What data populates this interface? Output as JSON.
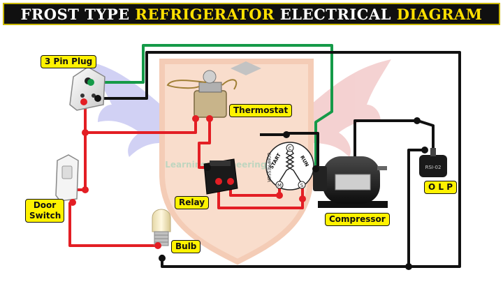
{
  "title": {
    "parts": [
      {
        "text": "FROST TYPE ",
        "color": "#ffffff"
      },
      {
        "text": "REFRIGERATOR",
        "color": "#ffe000"
      },
      {
        "text": " ELECTRICAL ",
        "color": "#ffffff"
      },
      {
        "text": "DIAGRAM",
        "color": "#ffe000"
      }
    ]
  },
  "labels": {
    "plug": "3 Pin Plug",
    "thermostat": "Thermostat",
    "door_switch": "Door Switch",
    "relay": "Relay",
    "bulb": "Bulb",
    "compressor": "Compressor",
    "olp": "O L P"
  },
  "motor": {
    "start": "START",
    "run": "RUN",
    "compressor_text": "COMPRESSOR",
    "terminals": [
      "C",
      "M",
      "S"
    ]
  },
  "device_text": {
    "olp_part": "RSI-02",
    "watermark": "Learning Engineering Institute"
  },
  "colors": {
    "live_wire": "#e31e24",
    "neutral_wire": "#111111",
    "earth_wire": "#159a48",
    "label_bg": "#fff200",
    "title_accent": "#ffe000"
  }
}
